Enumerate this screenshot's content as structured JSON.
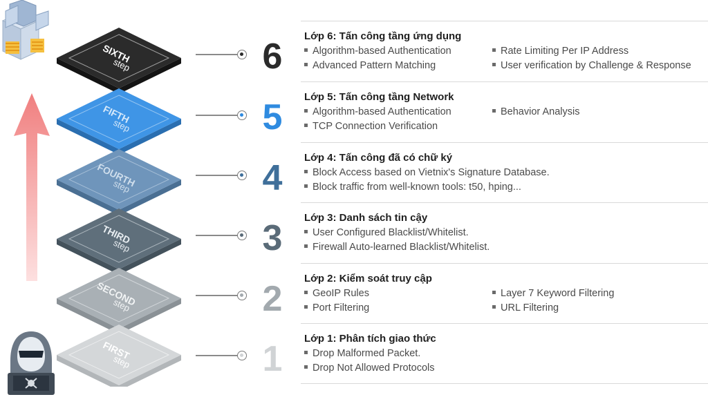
{
  "steps": [
    {
      "number": "6",
      "title": "Lớp 6: Tấn công tầng ứng dụng",
      "left_items": [
        "Algorithm-based Authentication",
        "Advanced Pattern Matching"
      ],
      "right_items": [
        "Rate Limiting Per IP Address",
        "User verification by Challenge & Response"
      ],
      "tile_word_1": "SIXTH",
      "tile_word_2": "step",
      "color": "#2b2b2b"
    },
    {
      "number": "5",
      "title": "Lớp 5: Tấn công tầng Network",
      "left_items": [
        "Algorithm-based Authentication",
        "TCP Connection Verification"
      ],
      "right_items": [
        "Behavior Analysis"
      ],
      "tile_word_1": "FIFTH",
      "tile_word_2": "step",
      "color": "#2f8be0"
    },
    {
      "number": "4",
      "title": "Lớp 4: Tấn công đã có chữ ký",
      "left_items": [
        "Block Access based on Vietnix's Signature Database.",
        "Block traffic from well-known tools: t50, hping..."
      ],
      "right_items": [],
      "tile_word_1": "FOURTH",
      "tile_word_2": "step",
      "color": "#3f6f9a"
    },
    {
      "number": "3",
      "title": "Lớp 3: Danh sách tin cậy",
      "left_items": [
        "User Configured Blacklist/Whitelist.",
        "Firewall Auto-learned Blacklist/Whitelist."
      ],
      "right_items": [],
      "tile_word_1": "THIRD",
      "tile_word_2": "step",
      "color": "#5a6b78"
    },
    {
      "number": "2",
      "title": "Lớp 2: Kiểm soát truy cập",
      "left_items": [
        "GeoIP Rules",
        "Port Filtering"
      ],
      "right_items": [
        "Layer 7 Keyword Filtering",
        "URL Filtering"
      ],
      "tile_word_1": "SECOND",
      "tile_word_2": "step",
      "color": "#a2a9ae"
    },
    {
      "number": "1",
      "title": "Lớp 1: Phân tích giao thức",
      "left_items": [
        "Drop Malformed Packet.",
        "Drop Not Allowed Protocols"
      ],
      "right_items": [],
      "tile_word_1": "FIRST",
      "tile_word_2": "step",
      "color": "#d0d3d5"
    }
  ],
  "icons": {
    "top": "server-icon",
    "bottom": "hacker-icon",
    "arrow": "up-arrow-icon"
  },
  "colors": {
    "arrow": "#f28b8b",
    "divider": "#d9d9d9"
  }
}
